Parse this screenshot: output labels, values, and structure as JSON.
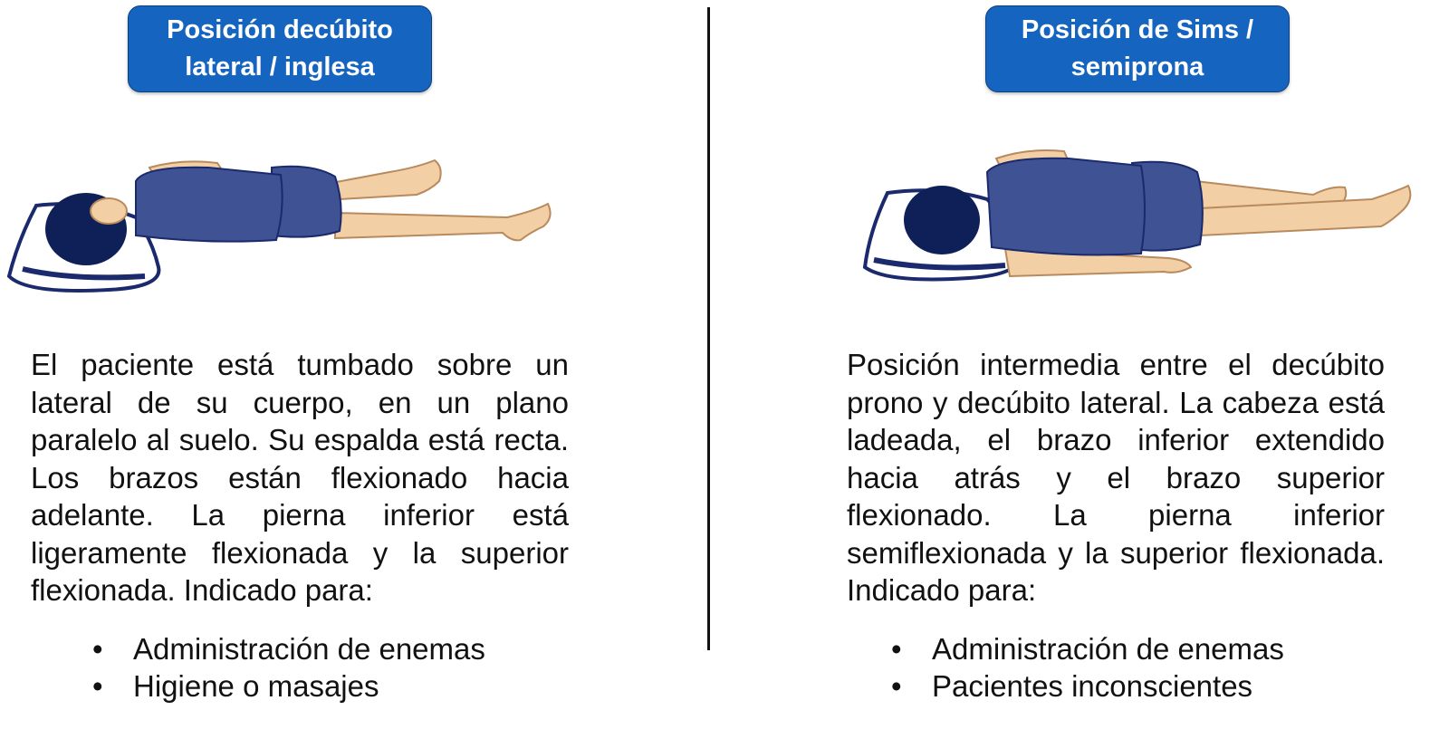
{
  "left_panel": {
    "title": "Posición decúbito\nlateral / inglesa",
    "description": "El paciente está tumbado sobre un lateral de su cuerpo, en un plano paralelo al suelo. Su espalda está recta. Los brazos están flexionado hacia adelante. La pierna inferior está ligeramente flexionada y la superior flexionada. Indicado para:",
    "uses": [
      "Administración de enemas",
      "Higiene o masajes"
    ],
    "illustration": "patient-lateral-position-icon"
  },
  "right_panel": {
    "title": "Posición de Sims /\nsemiprona",
    "description": "Posición intermedia entre el decúbito prono y decúbito lateral. La cabeza está ladeada, el brazo inferior extendido hacia atrás y el brazo superior flexionado. La pierna inferior semiflexionada y la superior flexionada. Indicado para:",
    "uses": [
      "Administración de enemas",
      "Pacientes inconscientes"
    ],
    "illustration": "patient-sims-position-icon"
  },
  "bullet_symbol": "•",
  "colors": {
    "badge_blue": "#1565c0",
    "badge_text": "#ffffff",
    "shirt_blue": "#3f5294",
    "hair_navy": "#0f1f57",
    "skin": "#f3cfa6",
    "skin_outline": "#b88a5e",
    "pillow_outline": "#1a2a6c"
  }
}
